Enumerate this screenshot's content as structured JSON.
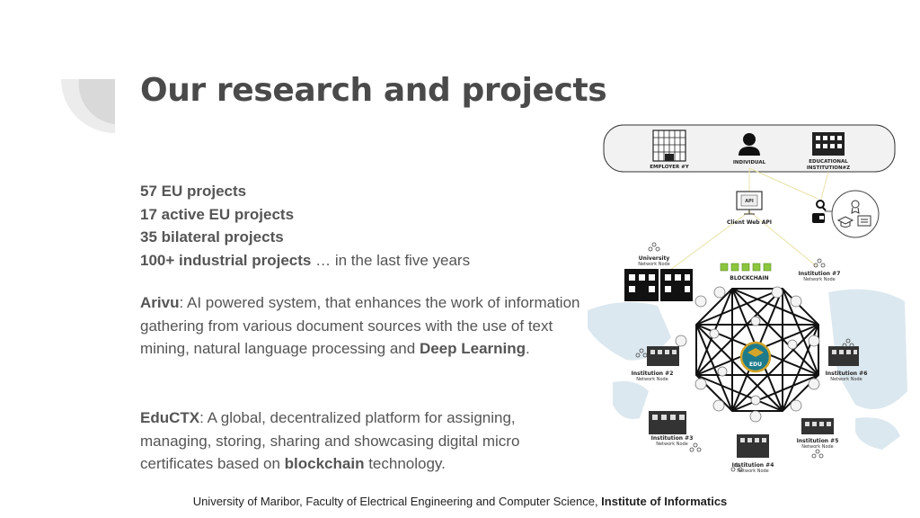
{
  "slide": {
    "title": "Our research and projects",
    "stats": [
      {
        "bold": "57 EU projects",
        "rest": ""
      },
      {
        "bold": "17 active EU projects",
        "rest": ""
      },
      {
        "bold": "35 bilateral projects",
        "rest": ""
      },
      {
        "bold": "100+ industrial projects",
        "rest": " … in the last five years"
      }
    ],
    "arivu": {
      "name": "Arivu",
      "text": ": AI powered system, that enhances the work of information gathering from various document sources with the use of text mining, natural language processing and ",
      "emph": "Deep Learning",
      "end": "."
    },
    "eductx": {
      "name": "EduCTX",
      "text": ": A global, decentralized platform for assigning, managing, storing, sharing and showcasing digital micro certificates based on ",
      "emph": "blockchain",
      "end": " technology."
    },
    "footer": {
      "text": "University of Maribor, Faculty of Electrical Engineering and Computer Science, ",
      "bold": "Institute of Informatics"
    }
  },
  "diagram": {
    "top_bar": {
      "employer": "EMPLOYER #Y",
      "individual": "INDIVIDUAL",
      "educational_1": "EDUCATIONAL",
      "educational_2": "INSTITUTION#Z"
    },
    "api_text": "API",
    "client_api": "Client Web API",
    "blockchain": "BLOCKCHAIN",
    "hub": "EDU",
    "nodes": {
      "university": "University",
      "inst2": "Institution #2",
      "inst3": "Institution #3",
      "inst4": "Institution #4",
      "inst5": "Institution #5",
      "inst6": "Institution #6",
      "inst7": "Institution #7",
      "network_node": "Network Node"
    }
  },
  "colors": {
    "title": "#4a4a4a",
    "body": "#555555",
    "network_lines": "#111111",
    "blockchain_green": "#8cc63f",
    "hub_teal": "#1e7b8c",
    "hub_gold": "#d4a52a"
  }
}
